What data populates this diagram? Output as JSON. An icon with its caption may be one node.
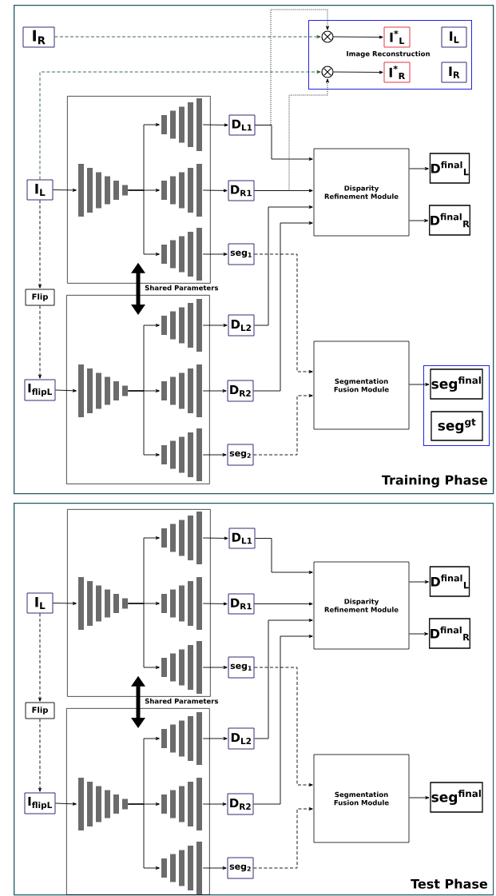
{
  "diagram": {
    "nodes": [
      {
        "text": [
          "Training Phase"
        ]
      },
      {
        "text": [
          "I$_{R}$"
        ],
        "in": 0
      },
      {
        "text": [
          "Image Reconstruction"
        ],
        "in": 0
      },
      {
        "text": [],
        "shape": "circle",
        "in": 2
      },
      {
        "text": [
          "I$^{*}$$_{L}$"
        ],
        "in": 2
      },
      {
        "text": [
          "I$_{L}$"
        ],
        "in": 2
      },
      {
        "text": [],
        "shape": "circle",
        "in": 2
      },
      {
        "text": [
          "I$^{*}$$_{R}$"
        ],
        "in": 2
      },
      {
        "text": [
          "I$_{R}$"
        ],
        "in": 2
      },
      {
        "text": [],
        "shape": "box",
        "in": 0
      },
      {
        "text": [
          "I$_{L}$"
        ],
        "in": 0
      },
      {
        "text": [],
        "shape": "picture",
        "in": 9
      },
      {
        "text": [],
        "shape": "picture",
        "in": 9
      },
      {
        "text": [],
        "shape": "picture",
        "in": 9
      },
      {
        "text": [],
        "shape": "picture",
        "in": 9
      },
      {
        "text": [
          "D$_{L1}$"
        ],
        "in": 0
      },
      {
        "text": [
          "D$_{R1}$"
        ],
        "in": 0
      },
      {
        "text": [
          "seg$_{1}$"
        ],
        "in": 0
      },
      {
        "text": [
          "Disparity Refinement Module"
        ],
        "in": 0
      },
      {
        "text": [
          "D$^{final}$$_{L}$"
        ],
        "in": 0
      },
      {
        "text": [
          "D$^{final}$$_{R}$"
        ],
        "in": 0
      },
      {
        "text": [
          "Flip"
        ],
        "in": 0
      },
      {
        "text": [],
        "shape": "box",
        "in": 0
      },
      {
        "text": [
          "I$_{flipL}$"
        ],
        "in": 0
      },
      {
        "text": [],
        "shape": "picture",
        "in": 22
      },
      {
        "text": [],
        "shape": "picture",
        "in": 22
      },
      {
        "text": [],
        "shape": "picture",
        "in": 22
      },
      {
        "text": [],
        "shape": "picture",
        "in": 22
      },
      {
        "text": [
          "D$_{L2}$"
        ],
        "in": 0
      },
      {
        "text": [
          "D$_{R2}$"
        ],
        "in": 0
      },
      {
        "text": [
          "seg$_{2}$"
        ],
        "in": 0
      },
      {
        "text": [
          "Segmentation Fusion Module"
        ],
        "in": 0
      },
      {
        "text": [],
        "shape": "box",
        "in": 0
      },
      {
        "text": [
          "seg$^{final}$"
        ],
        "in": 32
      },
      {
        "text": [
          "seg$^{gt}$"
        ],
        "in": 32
      },
      {
        "text": [
          "Test Phase"
        ]
      },
      {
        "text": [],
        "shape": "box",
        "in": 35
      },
      {
        "text": [
          "I$_{L}$"
        ],
        "in": 35
      },
      {
        "text": [],
        "shape": "picture",
        "in": 36
      },
      {
        "text": [],
        "shape": "picture",
        "in": 36
      },
      {
        "text": [],
        "shape": "picture",
        "in": 36
      },
      {
        "text": [],
        "shape": "picture",
        "in": 36
      },
      {
        "text": [
          "D$_{L1}$"
        ],
        "in": 35
      },
      {
        "text": [
          "D$_{R1}$"
        ],
        "in": 35
      },
      {
        "text": [
          "seg$_{1}$"
        ],
        "in": 35
      },
      {
        "text": [
          "Disparity Refinement Module"
        ],
        "in": 35
      },
      {
        "text": [
          "D$^{final}$$_{L}$"
        ],
        "in": 35
      },
      {
        "text": [
          "D$^{final}$$_{R}$"
        ],
        "in": 35
      },
      {
        "text": [
          "Flip"
        ],
        "in": 35
      },
      {
        "text": [],
        "shape": "box",
        "in": 35
      },
      {
        "text": [
          "I$_{flipL}$"
        ],
        "in": 35
      },
      {
        "text": [],
        "shape": "picture",
        "in": 49
      },
      {
        "text": [],
        "shape": "picture",
        "in": 49
      },
      {
        "text": [],
        "shape": "picture",
        "in": 49
      },
      {
        "text": [],
        "shape": "picture",
        "in": 49
      },
      {
        "text": [
          "D$_{L2}$"
        ],
        "in": 35
      },
      {
        "text": [
          "D$_{R2}$"
        ],
        "in": 35
      },
      {
        "text": [
          "seg$_{2}$"
        ],
        "in": 35
      },
      {
        "text": [
          "Segmentation Fusion Module"
        ],
        "in": 35
      },
      {
        "text": [
          "seg$^{final}$"
        ],
        "in": 35
      }
    ],
    "edges": [
      {
        "from": 1,
        "to": 3,
        "arrow": "to",
        "style": "dashed",
        "color": "#2d5a2d"
      },
      {
        "from": 10,
        "to": 6,
        "arrow": "to",
        "style": "dashed",
        "color": "#2d5a2d"
      },
      {
        "from": 15,
        "to": 3,
        "arrow": "to",
        "style": "dashed"
      },
      {
        "from": 16,
        "to": 6,
        "arrow": "to",
        "style": "dashed"
      },
      {
        "from": 3,
        "to": 4,
        "arrow": "to"
      },
      {
        "from": 6,
        "to": 7,
        "arrow": "to"
      },
      {
        "from": 10,
        "to": 11,
        "arrow": "to"
      },
      {
        "from": 11,
        "to": 12,
        "arrow": "to"
      },
      {
        "from": 11,
        "to": 13,
        "arrow": "to"
      },
      {
        "from": 11,
        "to": 14,
        "arrow": "to"
      },
      {
        "from": 12,
        "to": 15,
        "arrow": "to"
      },
      {
        "from": 13,
        "to": 16,
        "arrow": "to"
      },
      {
        "from": 14,
        "to": 17,
        "arrow": "to"
      },
      {
        "from": 15,
        "to": 18,
        "arrow": "to"
      },
      {
        "from": 16,
        "to": 18,
        "arrow": "to"
      },
      {
        "from": 28,
        "to": 18,
        "arrow": "to"
      },
      {
        "from": 29,
        "to": 18,
        "arrow": "to"
      },
      {
        "from": 18,
        "to": 19,
        "arrow": "to"
      },
      {
        "from": 18,
        "to": 20,
        "arrow": "to"
      },
      {
        "from": 10,
        "to": 21,
        "arrow": "to",
        "style": "dashed"
      },
      {
        "from": 21,
        "to": 23,
        "arrow": "to",
        "style": "dashed"
      },
      {
        "from": 9,
        "to": 22,
        "arrow": "both",
        "style": "thick",
        "label": "Shared Parameters"
      },
      {
        "from": 23,
        "to": 24,
        "arrow": "to"
      },
      {
        "from": 24,
        "to": 25,
        "arrow": "to"
      },
      {
        "from": 24,
        "to": 26,
        "arrow": "to"
      },
      {
        "from": 24,
        "to": 27,
        "arrow": "to"
      },
      {
        "from": 25,
        "to": 28,
        "arrow": "to"
      },
      {
        "from": 26,
        "to": 29,
        "arrow": "to"
      },
      {
        "from": 27,
        "to": 30,
        "arrow": "to"
      },
      {
        "from": 17,
        "to": 31,
        "arrow": "to",
        "style": "dashed"
      },
      {
        "from": 30,
        "to": 31,
        "arrow": "to",
        "style": "dashed"
      },
      {
        "from": 31,
        "to": 33,
        "arrow": "to"
      },
      {
        "from": 37,
        "to": 38,
        "arrow": "to"
      },
      {
        "from": 38,
        "to": 39,
        "arrow": "to"
      },
      {
        "from": 38,
        "to": 40,
        "arrow": "to"
      },
      {
        "from": 38,
        "to": 41,
        "arrow": "to"
      },
      {
        "from": 39,
        "to": 42,
        "arrow": "to"
      },
      {
        "from": 40,
        "to": 43,
        "arrow": "to"
      },
      {
        "from": 41,
        "to": 44,
        "arrow": "to"
      },
      {
        "from": 42,
        "to": 45,
        "arrow": "to"
      },
      {
        "from": 43,
        "to": 45,
        "arrow": "to"
      },
      {
        "from": 55,
        "to": 45,
        "arrow": "to"
      },
      {
        "from": 56,
        "to": 45,
        "arrow": "to"
      },
      {
        "from": 45,
        "to": 46,
        "arrow": "to"
      },
      {
        "from": 45,
        "to": 47,
        "arrow": "to"
      },
      {
        "from": 37,
        "to": 48,
        "arrow": "to",
        "style": "dashed"
      },
      {
        "from": 48,
        "to": 50,
        "arrow": "to",
        "style": "dashed"
      },
      {
        "from": 36,
        "to": 49,
        "arrow": "both",
        "style": "thick",
        "label": "Shared Parameters"
      },
      {
        "from": 50,
        "to": 51,
        "arrow": "to"
      },
      {
        "from": 51,
        "to": 52,
        "arrow": "to"
      },
      {
        "from": 51,
        "to": 53,
        "arrow": "to"
      },
      {
        "from": 51,
        "to": 54,
        "arrow": "to"
      },
      {
        "from": 52,
        "to": 55,
        "arrow": "to"
      },
      {
        "from": 53,
        "to": 56,
        "arrow": "to"
      },
      {
        "from": 54,
        "to": 57,
        "arrow": "to"
      },
      {
        "from": 44,
        "to": 58,
        "arrow": "to",
        "style": "dashed"
      },
      {
        "from": 57,
        "to": 58,
        "arrow": "to",
        "style": "dashed"
      },
      {
        "from": 58,
        "to": 59,
        "arrow": "to"
      }
    ]
  }
}
